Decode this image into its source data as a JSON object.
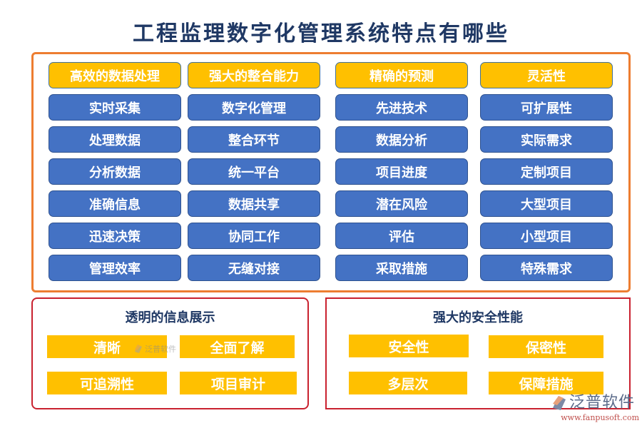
{
  "title": "工程监理数字化管理系统特点有哪些",
  "colors": {
    "title": "#1f3864",
    "header_card": "#ffc000",
    "item_card": "#4472c4",
    "top_panel_border": "#ed7d31",
    "bottom_panel_border": "#c9212f",
    "card_text": "#ffffff"
  },
  "top_panel": {
    "columns": [
      {
        "header": "高效的数据处理",
        "items": [
          "实时采集",
          "处理数据",
          "分析数据",
          "准确信息",
          "迅速决策",
          "管理效率"
        ]
      },
      {
        "header": "强大的整合能力",
        "items": [
          "数字化管理",
          "整合环节",
          "统一平台",
          "数据共享",
          "协同工作",
          "无缝对接"
        ]
      },
      {
        "header": "精确的预测",
        "items": [
          "先进技术",
          "数据分析",
          "项目进度",
          "潜在风险",
          "评估",
          "采取措施"
        ]
      },
      {
        "header": "灵活性",
        "items": [
          "可扩展性",
          "实际需求",
          "定制项目",
          "大型项目",
          "小型项目",
          "特殊需求"
        ]
      }
    ]
  },
  "bottom_left": {
    "title": "透明的信息展示",
    "items": [
      "清晰",
      "全面了解",
      "可追溯性",
      "项目审计"
    ]
  },
  "bottom_right": {
    "title": "强大的安全性能",
    "items": [
      "安全性",
      "保密性",
      "多层次",
      "保障措施"
    ]
  },
  "watermark": {
    "icon": "fanpu-logo-icon",
    "text": "泛普软件"
  },
  "logo": {
    "icon": "fanpu-logo-icon",
    "text": "泛普软件",
    "url": "www.fanpusoft.com"
  }
}
